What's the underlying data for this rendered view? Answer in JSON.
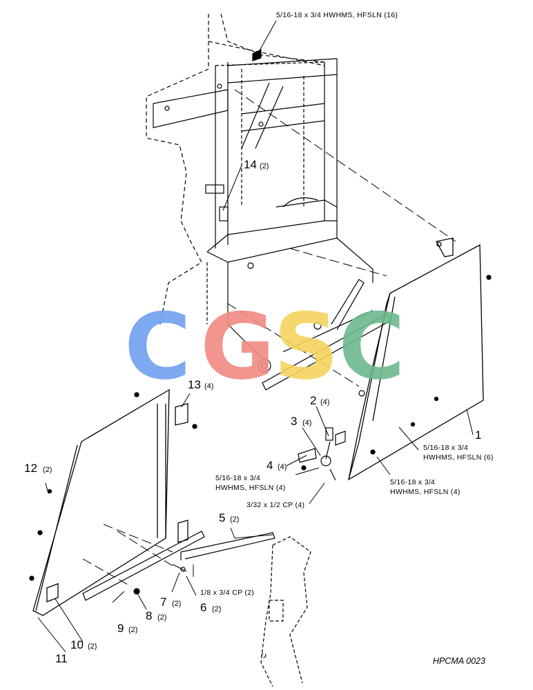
{
  "drawing_code": "HPCMA 0023",
  "watermark": {
    "letters": [
      "C",
      "G",
      "S",
      "C"
    ],
    "colors": [
      "#6ea0ee",
      "#f08a82",
      "#f4d35e",
      "#6cb98d"
    ]
  },
  "callouts": [
    {
      "num": "1",
      "qty": ""
    },
    {
      "num": "2",
      "qty": "(4)"
    },
    {
      "num": "3",
      "qty": "(4)"
    },
    {
      "num": "4",
      "qty": "(4)"
    },
    {
      "num": "5",
      "qty": "(2)"
    },
    {
      "num": "6",
      "qty": "(2)"
    },
    {
      "num": "7",
      "qty": "(2)"
    },
    {
      "num": "8",
      "qty": "(2)"
    },
    {
      "num": "9",
      "qty": "(2)"
    },
    {
      "num": "10",
      "qty": "(2)"
    },
    {
      "num": "11",
      "qty": ""
    },
    {
      "num": "12",
      "qty": "(2)"
    },
    {
      "num": "13",
      "qty": "(4)"
    },
    {
      "num": "14",
      "qty": "(2)"
    }
  ],
  "hardware_notes": {
    "top_bolts": "5/16-18 x 3/4 HWHMS, HFSLN (16)",
    "right_bolts_a_line1": "5/16-18 x 3/4",
    "right_bolts_a_line2": "HWHMS, HFSLN (6)",
    "right_bolts_b_line1": "5/16-18 x 3/4",
    "right_bolts_b_line2": "HWHMS, HFSLN (4)",
    "center_bolts_line1": "5/16-18 x 3/4",
    "center_bolts_line2": "HWHMS, HFSLN (4)",
    "cotter_pin_small": "3/32 x 1/2 CP (4)",
    "cotter_pin_large": "1/8 x 3/4 CP (2)"
  }
}
